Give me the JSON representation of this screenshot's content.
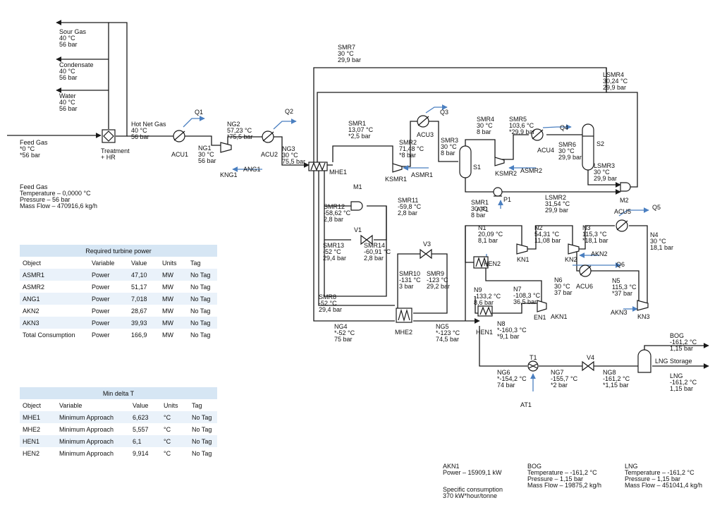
{
  "colors": {
    "line": "#1a1a1a",
    "energy": "#4a7fc0",
    "tableHeader": "#d6e6f4",
    "tableBand": "#eaf2fa"
  },
  "labels": [
    "Sour Gas\n40 °C\n56 bar",
    "Condensate\n40 °C\n56 bar",
    "Water\n40 °C\n56 bar",
    "Feed Gas\n*0 °C\n*56 bar",
    "Treatment\n+ HR",
    "Hot Net Gas\n40 °C\n56 bar",
    "ACU1",
    "Q1",
    "NG1\n30 °C\n56 bar",
    "KNG1",
    "ANG1",
    "NG2\n57,23 °C\n*75,5 bar",
    "ACU2",
    "Q2",
    "NG3\n30 °C\n75,5 bar",
    "MHE1",
    "SMR7\n30 °C\n29,9 bar",
    "LSMR4\n30,24 °C\n29,9 bar",
    "SMR1\n13,07 °C\n*2,5 bar",
    "SMR2\n71,48 °C\n*8 bar",
    "Q3",
    "ACU3",
    "KSMR1",
    "ASMR1",
    "SMR3\n30 °C\n8 bar",
    "S1",
    "SMR4\n30 °C\n8 bar",
    "KSMR2",
    "ASMR2",
    "SMR5\n103,6 °C\n*29,9 bar",
    "Q4",
    "ACU4",
    "SMR6\n30 °C\n29,9 bar",
    "S2",
    "LSMR3\n30 °C\n29,9 bar",
    "M2",
    "SMR1\n30 °C\n8 bar",
    "AP1",
    "P1",
    "LSMR2\n31,54 °C\n29,9 bar",
    "Feed Gas\nTemperature – 0,0000 °C\nPressure – 56 bar\nMass Flow – 470916,6 kg/h",
    "M1",
    "SMR11\n-59,8 °C\n2,8 bar",
    "SMR12\n-58,62 °C\n2,8 bar",
    "V1",
    "SMR13\n-52 °C\n29,4 bar",
    "SMR14\n-60,91 °C\n2,8 bar",
    "V3",
    "SMR10\n-131 °C\n3 bar",
    "SMR9\n-123 °C\n29,2 bar",
    "SMR8\n-52 °C\n29,4 bar",
    "MHE2",
    "NG4\n*-52 °C\n75 bar",
    "NG5\n*-123 °C\n74,5 bar",
    "N1\n20,09 °C\n8,1 bar",
    "N2\n54,31 °C\n11,08 bar",
    "N3\n115,3 °C\n*18,1 bar",
    "Q5",
    "ACU5",
    "N4\n30 °C\n18,1 bar",
    "KN1",
    "AKN2",
    "KN2",
    "HEN2",
    "Q6",
    "ACU6",
    "N6\n30 °C\n37 bar",
    "N5\n115,3 °C\n*37 bar",
    "N9\n-133,2 °C\n8,6 bar",
    "N7\n-108,3 °C\n36,5 bar",
    "AKN1",
    "AKN3",
    "KN3",
    "HEN1",
    "N8\n*-160,3 °C\n*9,1 bar",
    "EN1",
    "BOG\n-161,2 °C\n1,15 bar",
    "T1",
    "V4",
    "LNG Storage",
    "NG6\n*-154,2 °C\n74 bar",
    "NG7\n-155,7 °C\n*2 bar",
    "NG8\n-161,2 °C\n*1,15 bar",
    "LNG\n-161,2 °C\n1,15 bar",
    "AT1",
    "AKN1\nPower – 15909,1 kW",
    "Specific consumption\n370 kW*hour/tonne",
    "BOG\nTemperature – -161,2 °C\nPressure – 1,15 bar\nMass Flow – 19875,2 kg/h",
    "LNG\nTemperature – -161,2 °C\nPressure – 1,15 bar\nMass Flow – 451041,4 kg/h"
  ],
  "power_table": {
    "title": "Required turbine power",
    "headers": [
      "Object",
      "Variable",
      "Value",
      "Units",
      "Tag"
    ],
    "rows": [
      [
        "ASMR1",
        "Power",
        "47,10",
        "MW",
        "No Tag"
      ],
      [
        "ASMR2",
        "Power",
        "51,17",
        "MW",
        "No Tag"
      ],
      [
        "ANG1",
        "Power",
        "7,018",
        "MW",
        "No Tag"
      ],
      [
        "AKN2",
        "Power",
        "28,67",
        "MW",
        "No Tag"
      ],
      [
        "AKN3",
        "Power",
        "39,93",
        "MW",
        "No Tag"
      ],
      [
        "Total Consumption",
        "Power",
        "166,9",
        "MW",
        "No Tag"
      ]
    ]
  },
  "delta_table": {
    "title": "Min delta T",
    "headers": [
      "Object",
      "Variable",
      "Value",
      "Units",
      "Tag"
    ],
    "rows": [
      [
        "MHE1",
        "Minimum Approach",
        "6,623",
        "°C",
        "No Tag"
      ],
      [
        "MHE2",
        "Minimum Approach",
        "5,557",
        "°C",
        "No Tag"
      ],
      [
        "HEN1",
        "Minimum Approach",
        "6,1",
        "°C",
        "No Tag"
      ],
      [
        "HEN2",
        "Minimum Approach",
        "9,914",
        "°C",
        "No Tag"
      ]
    ]
  }
}
